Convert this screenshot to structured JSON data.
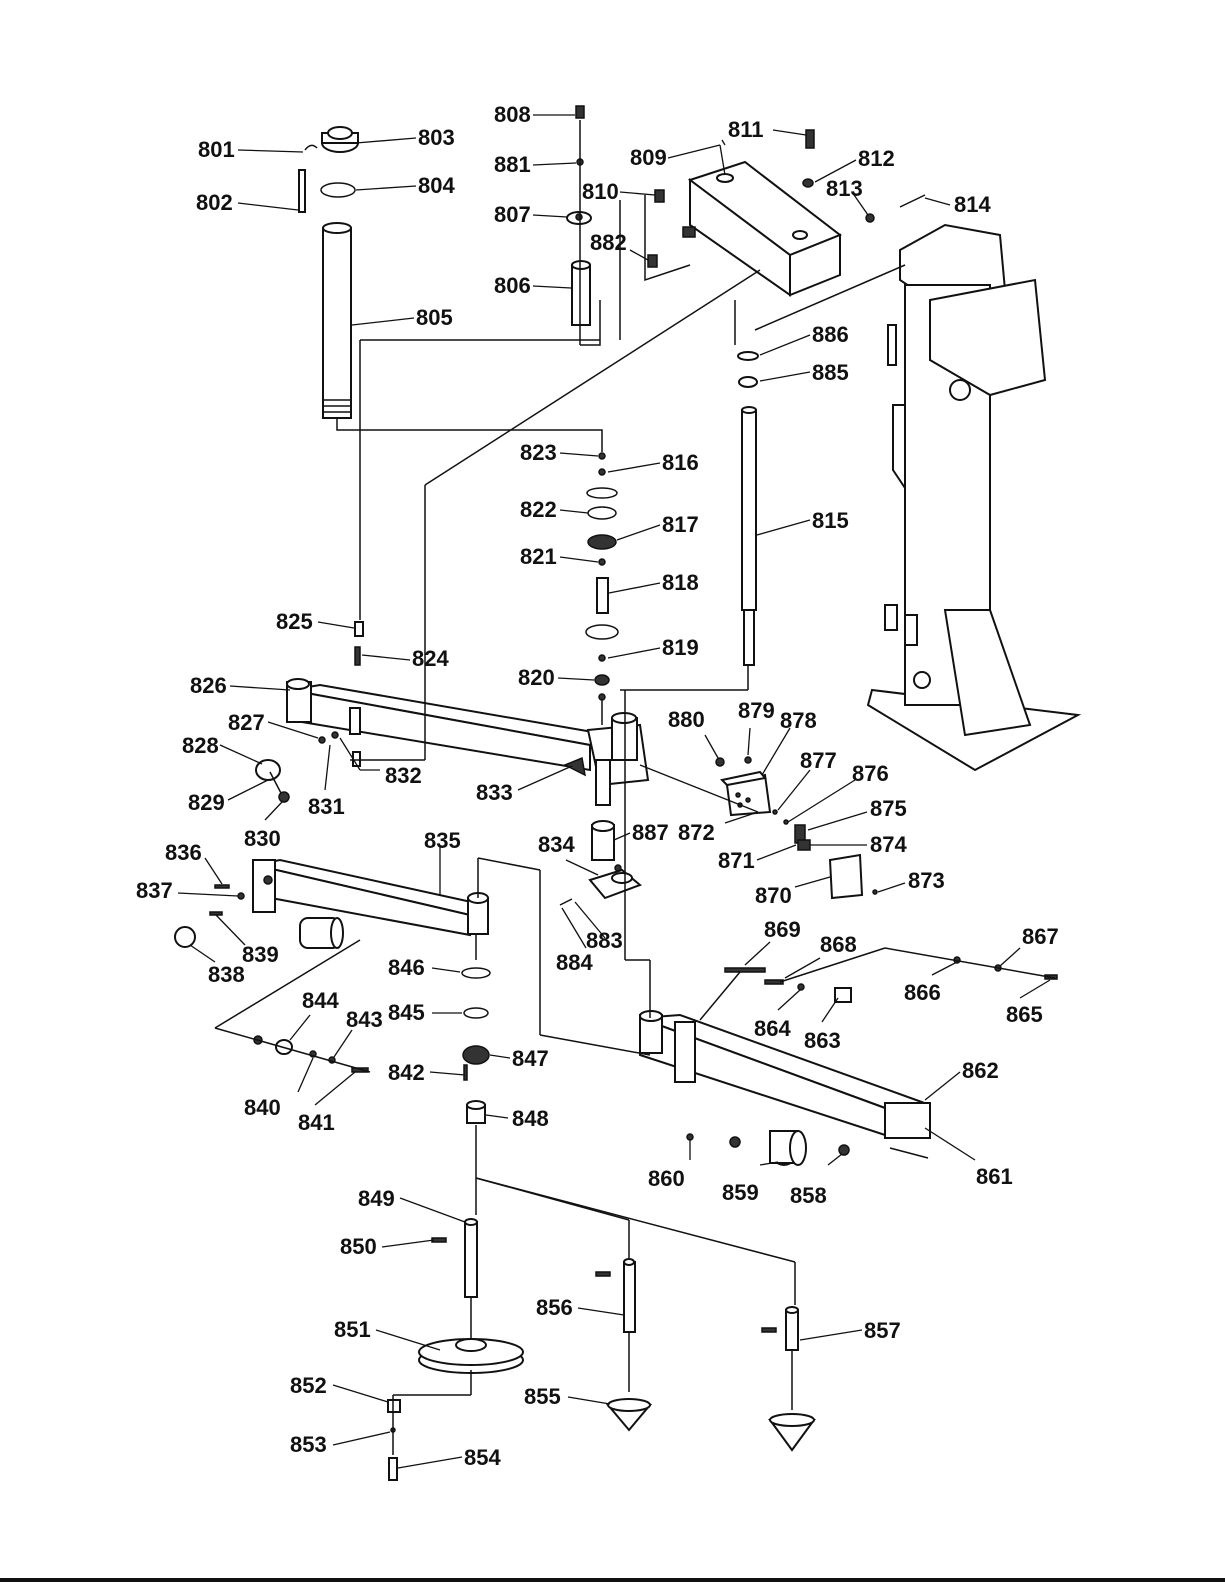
{
  "diagram": {
    "part_numbers": [
      "801",
      "802",
      "803",
      "804",
      "805",
      "806",
      "807",
      "808",
      "881",
      "809",
      "810",
      "882",
      "811",
      "812",
      "813",
      "814",
      "886",
      "885",
      "815",
      "816",
      "817",
      "818",
      "819",
      "820",
      "821",
      "822",
      "823",
      "824",
      "825",
      "826",
      "827",
      "828",
      "829",
      "830",
      "831",
      "832",
      "833",
      "834",
      "887",
      "872",
      "871",
      "870",
      "873",
      "874",
      "875",
      "876",
      "877",
      "878",
      "879",
      "880",
      "835",
      "836",
      "837",
      "838",
      "839",
      "840",
      "841",
      "842",
      "843",
      "844",
      "845",
      "846",
      "847",
      "848",
      "849",
      "850",
      "851",
      "852",
      "853",
      "854",
      "855",
      "856",
      "857",
      "858",
      "859",
      "860",
      "861",
      "862",
      "863",
      "864",
      "865",
      "866",
      "867",
      "868",
      "869",
      "883",
      "884"
    ]
  }
}
